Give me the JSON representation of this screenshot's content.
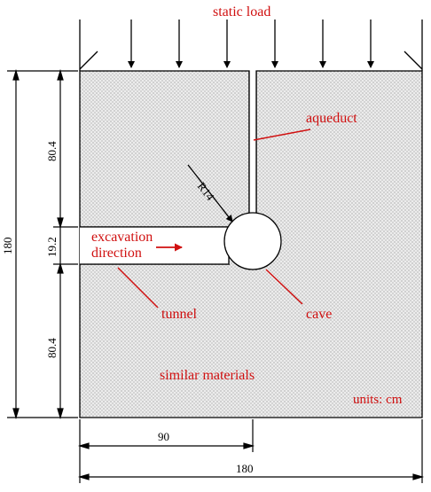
{
  "labels": {
    "static_load": "static load",
    "aqueduct": "aqueduct",
    "radius": "R14",
    "excavation_line1": "excavation",
    "excavation_line2": "direction",
    "tunnel": "tunnel",
    "cave": "cave",
    "similar_materials": "similar materials",
    "units": "units: cm"
  },
  "dimensions": {
    "total_height": "180",
    "upper_height": "80.4",
    "tunnel_height": "19.2",
    "lower_height": "80.4",
    "half_width": "90",
    "total_width": "180"
  },
  "colors": {
    "annotation": "#d01010",
    "fill": "#e6e6e6",
    "line": "#000000"
  }
}
